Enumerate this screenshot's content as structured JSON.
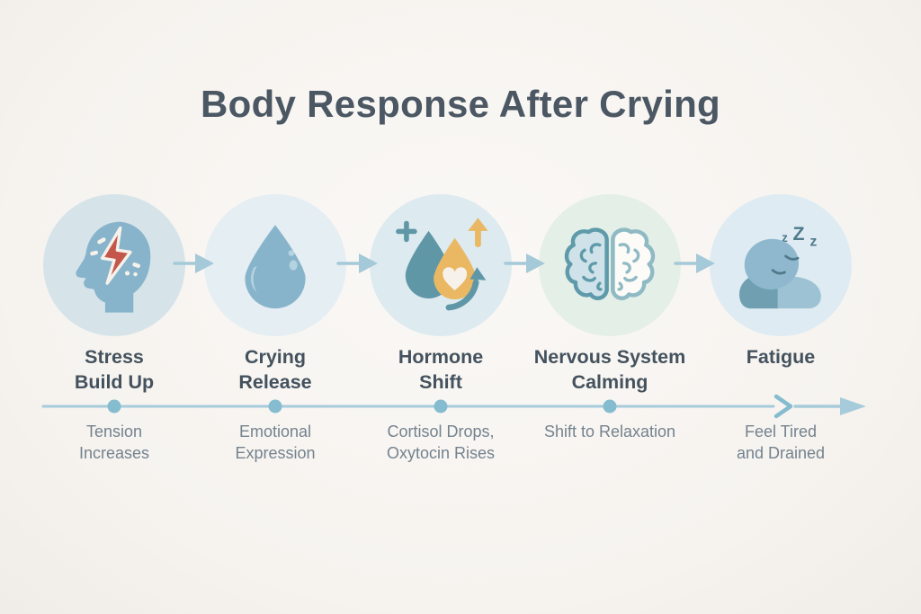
{
  "title": "Body Response After Crying",
  "stages": [
    {
      "id": "stress-build-up",
      "icon": "head-lightning-icon",
      "label_lines": [
        "Stress",
        "Build Up"
      ],
      "sublabel_lines": [
        "Tension",
        "Increases"
      ]
    },
    {
      "id": "crying-release",
      "icon": "teardrop-icon",
      "label_lines": [
        "Crying",
        "Release"
      ],
      "sublabel_lines": [
        "Emotional",
        "Expression"
      ]
    },
    {
      "id": "hormone-shift",
      "icon": "hormone-drops-icon",
      "label_lines": [
        "Hormone",
        "Shift"
      ],
      "sublabel_lines": [
        "Cortisol Drops,",
        "Oxytocin Rises"
      ]
    },
    {
      "id": "nervous-system-calming",
      "icon": "brain-icon",
      "label_lines": [
        "Nervous System",
        "Calming"
      ],
      "sublabel_lines": [
        "Shift to Relaxation"
      ]
    },
    {
      "id": "fatigue",
      "icon": "sleeping-icon",
      "label_lines": [
        "Fatigue"
      ],
      "sublabel_lines": [
        "Feel Tired",
        "and Drained"
      ]
    }
  ],
  "fatigue_zzz": {
    "z1": "z",
    "z2": "Z",
    "z3": "z"
  },
  "colors": {
    "bg": "#f6f3ef",
    "bg-center": "#faf8f5",
    "bg-edge": "#f0ece7",
    "title": "#4b5763",
    "stage-title": "#44525e",
    "sub": "#74828e",
    "line": "#a6cbdb",
    "dot": "#85bccf",
    "arrow": "#a4c9d8",
    "circle1": "#d6e4ea",
    "circle2": "#e4eef3",
    "circle3": "#ddeaf0",
    "circle4": "#e4efe7",
    "circle5": "#deebf2",
    "blue": "#88b4cb",
    "teal": "#5f97a6",
    "orange": "#eab763",
    "red": "#c4574c",
    "cream": "#f6f2eb",
    "darkteal": "#4e7a8a",
    "brain-left-fill": "#cfe2e9",
    "brain-left-stroke": "#5e9aa9",
    "brain-right-fill": "#fcfbf7",
    "brain-right-stroke": "#8fbac4",
    "sleep-head": "#8fb8ce",
    "sleep-arm-dark": "#6f9fb1",
    "sleep-arm-light": "#9cc2d4",
    "drop-highlight": "#b4d3e1"
  }
}
